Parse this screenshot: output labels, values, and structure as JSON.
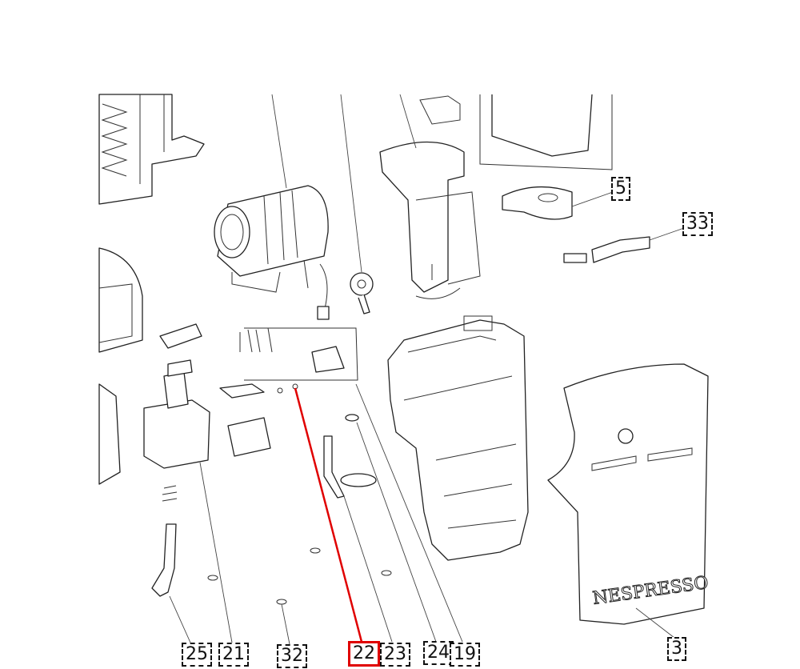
{
  "diagram": {
    "title": "Exploded parts view",
    "brand_logo_text": "NESPRESSO",
    "highlight_color": "#e00000",
    "selected_callout": "22",
    "callouts": [
      {
        "id": "c5",
        "label": "5"
      },
      {
        "id": "c33",
        "label": "33"
      },
      {
        "id": "c3",
        "label": "3"
      },
      {
        "id": "c25",
        "label": "25"
      },
      {
        "id": "c21",
        "label": "21"
      },
      {
        "id": "c32",
        "label": "32"
      },
      {
        "id": "c22",
        "label": "22"
      },
      {
        "id": "c23",
        "label": "23"
      },
      {
        "id": "c24",
        "label": "24"
      },
      {
        "id": "c19",
        "label": "19"
      }
    ]
  }
}
